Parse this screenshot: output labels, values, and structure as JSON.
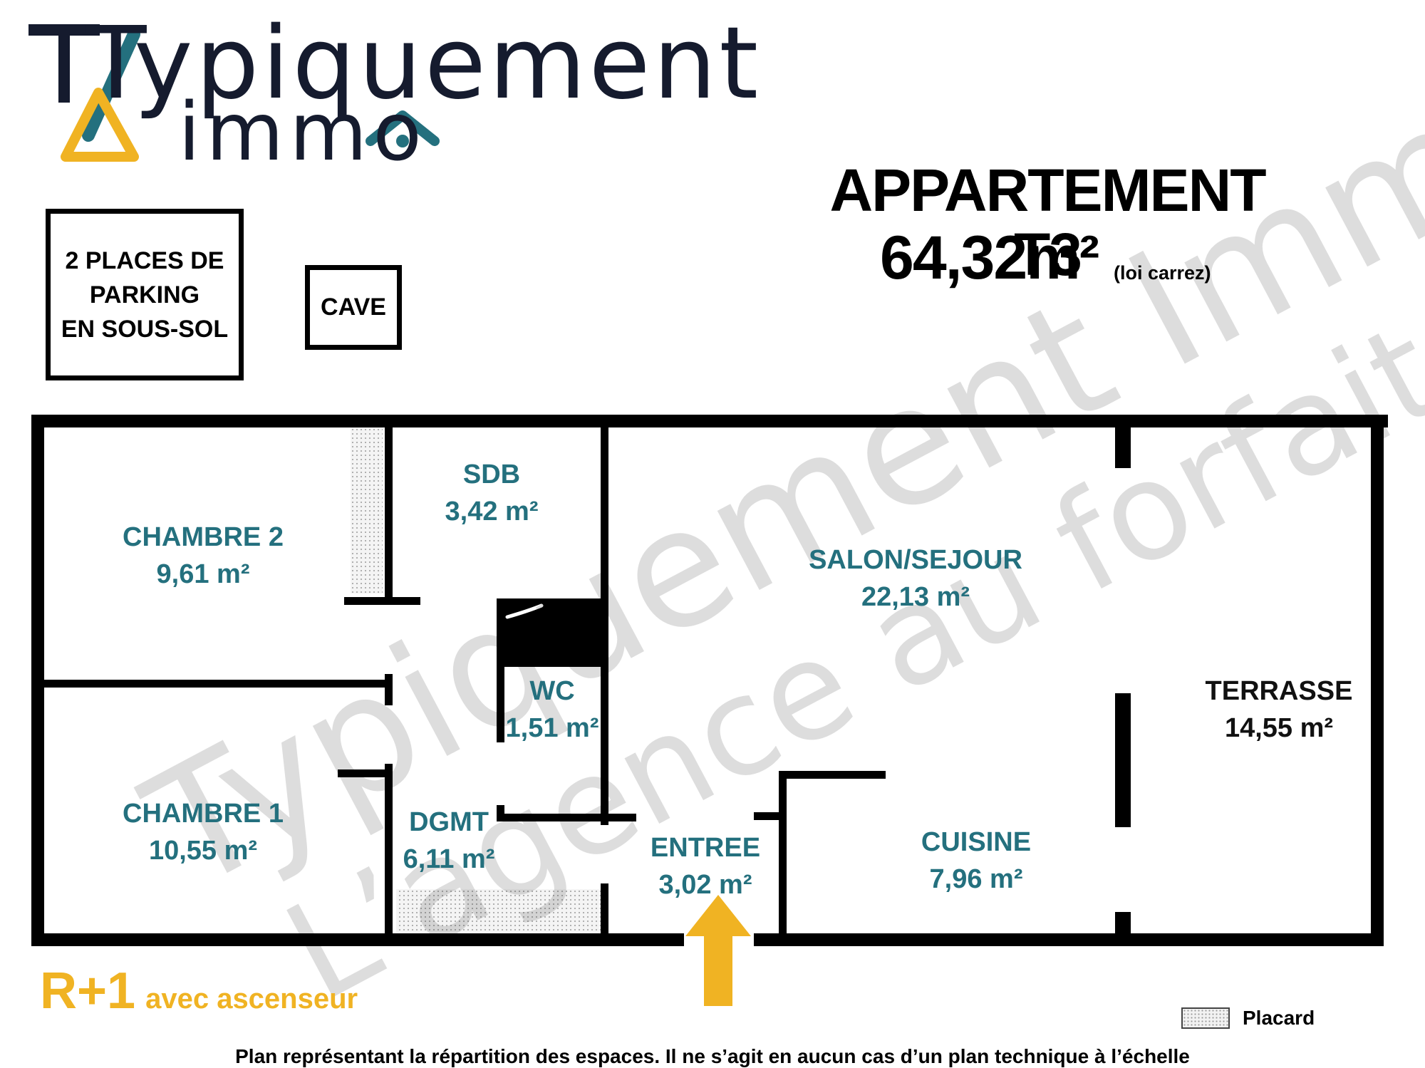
{
  "logo": {
    "line1": "Typiquement",
    "line2": "immo",
    "colors": {
      "dark": "#151b2e",
      "teal": "#24707e",
      "yellow": "#f0b323"
    }
  },
  "header": {
    "title": "APPARTEMENT T3",
    "area": "64,32m²",
    "area_note": "(loi carrez)"
  },
  "extras": {
    "parking": [
      "2 PLACES DE",
      "PARKING",
      "EN SOUS-SOL"
    ],
    "cave": "CAVE"
  },
  "rooms": {
    "chambre2": {
      "name": "CHAMBRE 2",
      "area": "9,61 m²"
    },
    "sdb": {
      "name": "SDB",
      "area": "3,42 m²"
    },
    "salon": {
      "name": "SALON/SEJOUR",
      "area": "22,13 m²"
    },
    "wc": {
      "name": "WC",
      "area": "1,51 m²"
    },
    "terrasse": {
      "name": "TERRASSE",
      "area": "14,55 m²"
    },
    "chambre1": {
      "name": "CHAMBRE 1",
      "area": "10,55 m²"
    },
    "dgmt": {
      "name": "DGMT",
      "area": "6,11 m²"
    },
    "entree": {
      "name": "ENTREE",
      "area": "3,02 m²"
    },
    "cuisine": {
      "name": "CUISINE",
      "area": "7,96 m²"
    }
  },
  "watermark": {
    "line1": "Typiquement Immo",
    "line2": "L’agence au forfait"
  },
  "floor": {
    "level": "R+1",
    "note": "avec ascenseur"
  },
  "legend": {
    "label": "Placard"
  },
  "footer": "Plan représentant la répartition des espaces. Il ne s’agit en aucun cas d’un plan technique à l’échelle",
  "colors": {
    "wall": "#000000",
    "room_label": "#24707e",
    "accent": "#f0b323"
  }
}
